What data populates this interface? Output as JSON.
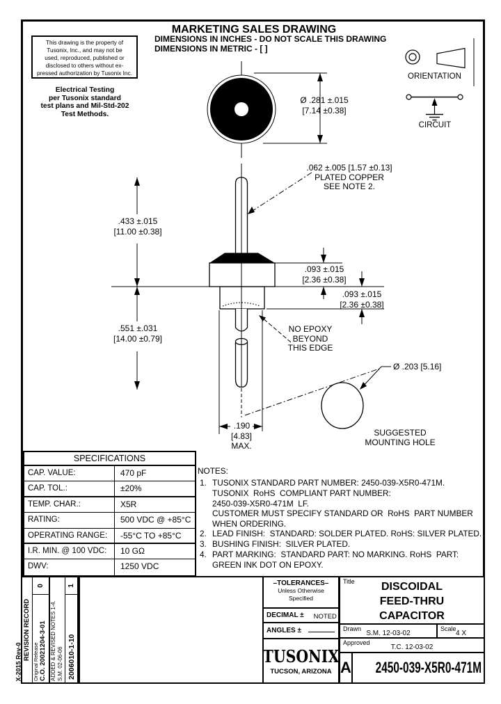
{
  "ink": "#000000",
  "paper": "#ffffff",
  "page": {
    "frame_label": "X-2015 Rev-0",
    "title": "MARKETING SALES DRAWING",
    "subtitle1": "DIMENSIONS IN INCHES - DO NOT SCALE THIS DRAWING",
    "subtitle2": "DIMENSIONS IN METRIC - [ ]"
  },
  "property_notice": "This drawing is the property of\nTusonix, Inc., and may not be\nused, reproduced, published or\ndisclosed to others without ex-\npressed authorization by Tusonix Inc.",
  "testing_note": "Electrical Testing\nper Tusonix standard\ntest plans and Mil-Std-202\nTest Methods.",
  "orientation_label": "ORIENTATION",
  "circuit_label": "CIRCUIT",
  "dims": {
    "disc_diameter": "Ø .281 ±.015\n[7.14 ±0.38]",
    "lead_callout": ".062 ±.005 [1.57 ±0.13]\nPLATED COPPER\nSEE NOTE 2.",
    "upper_length": ".433 ±.015\n[11.00 ±0.38]",
    "lower_length": ".551 ±.031\n[14.00 ±0.79]",
    "body_height": ".093 ±.015\n[2.36 ±0.38]",
    "bushing_height": ".093 ±.015\n[2.36 ±0.38]",
    "no_epoxy": "NO EPOXY\nBEYOND\nTHIS EDGE",
    "bushing_dia": ".190",
    "bushing_dia_mm": "[4.83]\nMAX.",
    "hole_dia": "Ø .203 [5.16]",
    "hole_label": "SUGGESTED\nMOUNTING HOLE"
  },
  "specs": {
    "header": "SPECIFICATIONS",
    "rows": [
      {
        "label": "CAP. VALUE:",
        "value": "470 pF"
      },
      {
        "label": "CAP. TOL.:",
        "value": "±20%"
      },
      {
        "label": "TEMP. CHAR.:",
        "value": "X5R"
      },
      {
        "label": "RATING:",
        "value": "500 VDC @ +85°C"
      },
      {
        "label": "OPERATING RANGE:",
        "value": "-55°C TO +85°C"
      },
      {
        "label": "I.R. MIN. @ 100 VDC:",
        "value": "10 GΩ"
      },
      {
        "label": "DWV:",
        "value": "1250 VDC"
      }
    ]
  },
  "notes": {
    "header": "NOTES:",
    "items": [
      {
        "num": "1.",
        "text": "TUSONIX STANDARD PART NUMBER: 2450-039-X5R0-471M.\nTUSONIX  RoHS  COMPLIANT PART NUMBER:\n2450-039-X5R0-471M  LF.\nCUSTOMER MUST SPECIFY STANDARD OR  RoHS  PART NUMBER\nWHEN ORDERING."
      },
      {
        "num": "2.",
        "text": "LEAD FINISH:  STANDARD: SOLDER PLATED. RoHS: SILVER PLATED."
      },
      {
        "num": "3.",
        "text": "BUSHING FINISH:  SILVER PLATED."
      },
      {
        "num": "4.",
        "text": "PART MARKING:  STANDARD PART: NO MARKING. RoHS  PART:\nGREEN INK DOT ON EPOXY."
      }
    ]
  },
  "revision": {
    "header": "REVISION RECORD",
    "row0_desc1": "Original Release",
    "row0_desc2": "C.O.  20021204-3-01",
    "row0_rev": "0",
    "row1_desc1": "ADDED & REVISED NOTES 1-4.",
    "row1_desc2": "S.M. 02-06-06",
    "row1_co": "2006010-1-10",
    "row1_rev": "1"
  },
  "titleblock": {
    "tolerances_title": "–TOLERANCES–",
    "tolerances_sub": "Unless Otherwise\nSpecified",
    "decimal_label": "DECIMAL ±",
    "decimal_value": "NOTED",
    "angles_label": "ANGLES ±",
    "company": "TUSONIX",
    "company_city": "TUCSON, ARIZONA",
    "title_label": "Title",
    "title": "DISCOIDAL\nFEED-THRU\nCAPACITOR",
    "drawn_label": "Drawn",
    "drawn_value": "S.M. 12-03-02",
    "scale_label": "Scale",
    "scale_value": "4 X",
    "approved_label": "Approved",
    "approved_value": "T.C. 12-03-02",
    "size": "A",
    "part_number": "2450-039-X5R0-471M"
  }
}
